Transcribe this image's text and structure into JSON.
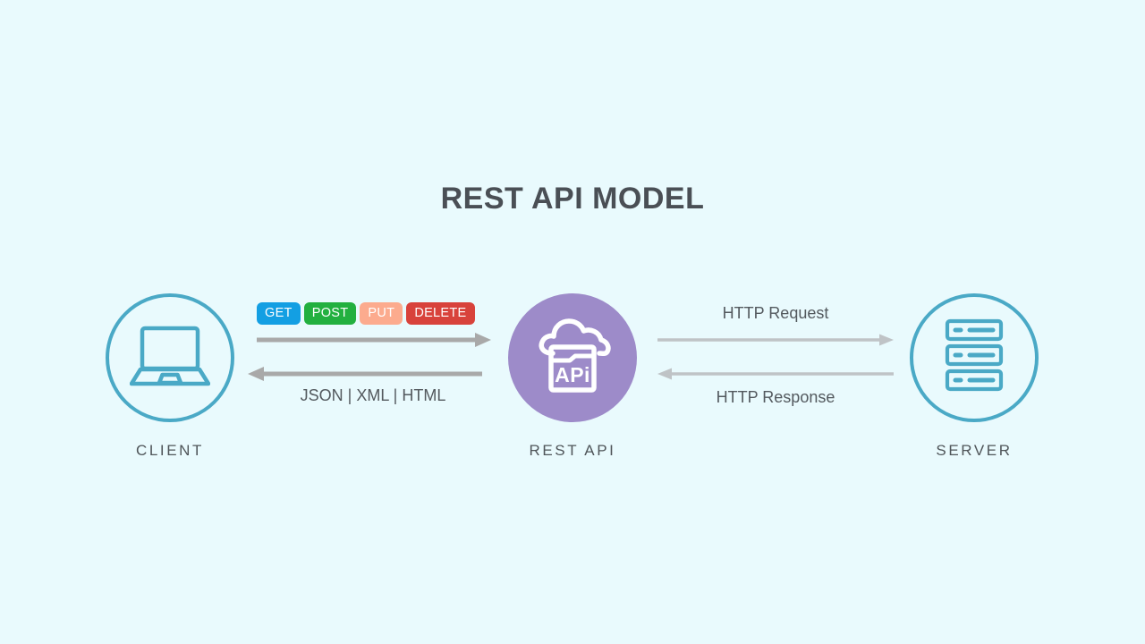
{
  "page": {
    "title": "REST API MODEL",
    "background_color": "#e9fafd"
  },
  "colors": {
    "accent_teal": "#4aa9c6",
    "accent_purple": "#9d8bc9",
    "arrow_gray": "#a9a9a9",
    "arrow_gray_light": "#bfc3c6",
    "text_dark": "#4a4f55",
    "text_body": "#53595e"
  },
  "nodes": [
    {
      "id": "client",
      "label": "CLIENT",
      "icon": "laptop-icon",
      "circle_style": "outline",
      "circle_color": "#4aa9c6"
    },
    {
      "id": "rest-api",
      "label": "REST API",
      "icon": "api-cloud-icon",
      "icon_text": "APi",
      "circle_style": "filled",
      "circle_color": "#9d8bc9"
    },
    {
      "id": "server",
      "label": "SERVER",
      "icon": "server-rack-icon",
      "circle_style": "outline",
      "circle_color": "#4aa9c6"
    }
  ],
  "methods": [
    {
      "label": "GET",
      "bg": "#139fe3",
      "fg": "#ffffff"
    },
    {
      "label": "POST",
      "bg": "#22b03f",
      "fg": "#ffffff"
    },
    {
      "label": "PUT",
      "bg": "#fcab8e",
      "fg": "#ffffff"
    },
    {
      "label": "DELETE",
      "bg": "#d8423b",
      "fg": "#ffffff"
    }
  ],
  "arrows": [
    {
      "id": "client-to-api",
      "direction": "right",
      "caption": "",
      "color": "#a9a9a9",
      "from": "client",
      "to": "rest-api"
    },
    {
      "id": "api-to-client",
      "direction": "left",
      "caption": "JSON | XML | HTML",
      "color": "#a9a9a9",
      "from": "rest-api",
      "to": "client"
    },
    {
      "id": "api-to-server",
      "direction": "right",
      "caption": "HTTP Request",
      "color": "#bfc3c6",
      "from": "rest-api",
      "to": "server"
    },
    {
      "id": "server-to-api",
      "direction": "left",
      "caption": "HTTP Response",
      "color": "#bfc3c6",
      "from": "server",
      "to": "rest-api"
    }
  ],
  "captions": {
    "json_xml_html": "JSON | XML | HTML",
    "http_request": "HTTP Request",
    "http_response": "HTTP Response"
  }
}
